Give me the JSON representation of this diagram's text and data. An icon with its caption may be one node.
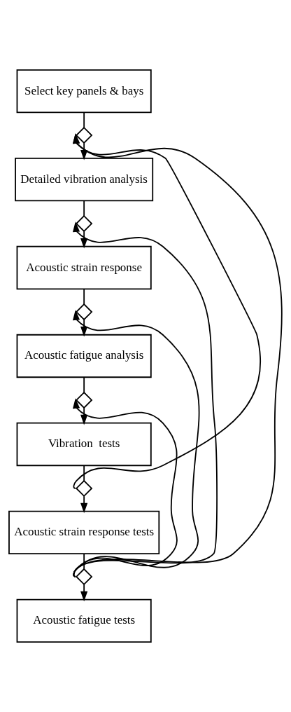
{
  "diagram": {
    "nodes": [
      {
        "text": [
          "Select key panels & bays"
        ]
      },
      {
        "text": [],
        "shape": "diamond"
      },
      {
        "text": [
          "Detailed vibration analysis"
        ]
      },
      {
        "text": [],
        "shape": "diamond"
      },
      {
        "text": [
          "Acoustic strain response"
        ]
      },
      {
        "text": [],
        "shape": "diamond"
      },
      {
        "text": [
          "Acoustic fatigue analysis"
        ]
      },
      {
        "text": [],
        "shape": "diamond"
      },
      {
        "text": [
          "Vibration  tests"
        ]
      },
      {
        "text": [],
        "shape": "diamond"
      },
      {
        "text": [
          "Acoustic strain response tests"
        ]
      },
      {
        "text": [],
        "shape": "diamond"
      },
      {
        "text": [
          "Acoustic fatigue tests"
        ]
      }
    ],
    "edges": [
      {
        "from": 0,
        "to": 1,
        "arrow": "none"
      },
      {
        "from": 1,
        "to": 2,
        "arrow": "to"
      },
      {
        "from": 2,
        "to": 3,
        "arrow": "none"
      },
      {
        "from": 3,
        "to": 4,
        "arrow": "to"
      },
      {
        "from": 4,
        "to": 5,
        "arrow": "none"
      },
      {
        "from": 5,
        "to": 6,
        "arrow": "to"
      },
      {
        "from": 6,
        "to": 7,
        "arrow": "none"
      },
      {
        "from": 7,
        "to": 8,
        "arrow": "to"
      },
      {
        "from": 8,
        "to": 9,
        "arrow": "none"
      },
      {
        "from": 9,
        "to": 10,
        "arrow": "to"
      },
      {
        "from": 10,
        "to": 11,
        "arrow": "none"
      },
      {
        "from": 11,
        "to": 12,
        "arrow": "to"
      },
      {
        "from": 9,
        "to": 1,
        "arrow": "to"
      },
      {
        "from": 11,
        "to": 1,
        "arrow": "to"
      },
      {
        "from": 11,
        "to": 3,
        "arrow": "to"
      },
      {
        "from": 11,
        "to": 5,
        "arrow": "to"
      },
      {
        "from": 11,
        "to": 7,
        "arrow": "to"
      }
    ]
  }
}
